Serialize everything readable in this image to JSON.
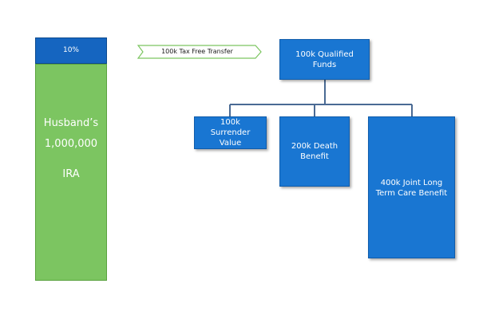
{
  "ira": {
    "percent_label": "10%",
    "line1": "Husband’s",
    "line2": "1,000,000",
    "line3": "IRA"
  },
  "transfer": {
    "label": "100k Tax Free Transfer"
  },
  "qualified_funds": {
    "label": "100k Qualified Funds"
  },
  "branches": {
    "surrender": "100k Surrender Value",
    "death_benefit": "200k Death Benefit",
    "long_term_care": "400k Joint Long Term Care Benefit"
  },
  "colors": {
    "ira_green": "#7cc561",
    "ira_blue": "#1565c0",
    "box_blue": "#1976d2",
    "connector": "#4a6a94"
  }
}
